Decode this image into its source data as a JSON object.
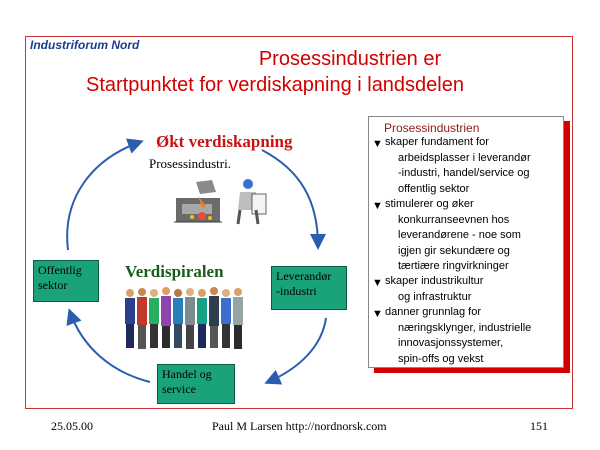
{
  "header": {
    "org": "Industriforum Nord",
    "title_line1": "Prosessindustrien er",
    "title_line2": "Startpunktet for verdiskapning i landsdelen"
  },
  "diagram": {
    "heading": "Økt verdiskapning",
    "subheading": "Prosessindustri.",
    "center_label": "Verdispiralen",
    "boxes": {
      "offentlig": [
        "Offentlig",
        "sektor"
      ],
      "leverandor": [
        "Leverandør",
        "-industri"
      ],
      "handel": [
        "Handel og",
        "service"
      ]
    }
  },
  "panel": {
    "title": "Prosessindustrien",
    "bullets": [
      [
        "skaper fundament for",
        "arbeidsplasser i leverandør",
        "-industri, handel/service og",
        "offentlig sektor"
      ],
      [
        "stimulerer og øker",
        "konkurranseevnen hos",
        "leverandørene - noe som",
        "igjen gir sekundære og",
        "tærtiære ringvirkninger"
      ],
      [
        "skaper industrikultur",
        "og infrastruktur"
      ],
      [
        "danner grunnlag for",
        "næringsklynger, industrielle",
        "innovasjonssystemer,",
        "spin-offs og vekst"
      ]
    ],
    "bullet_symbol": "▼"
  },
  "footer": {
    "date": "25.05.00",
    "author": "Paul M Larsen    http://nordnorsk.com",
    "page": "151"
  },
  "colors": {
    "title": "#d10000",
    "org": "#1a3d8f",
    "box": "#1aa37a",
    "arrow": "#2a5db0",
    "panel_shadow": "#d40000"
  },
  "icons": [
    "arrow-cycle-icon",
    "factory-clipart-icon",
    "worker-clipart-icon",
    "people-group-clipart-icon"
  ]
}
